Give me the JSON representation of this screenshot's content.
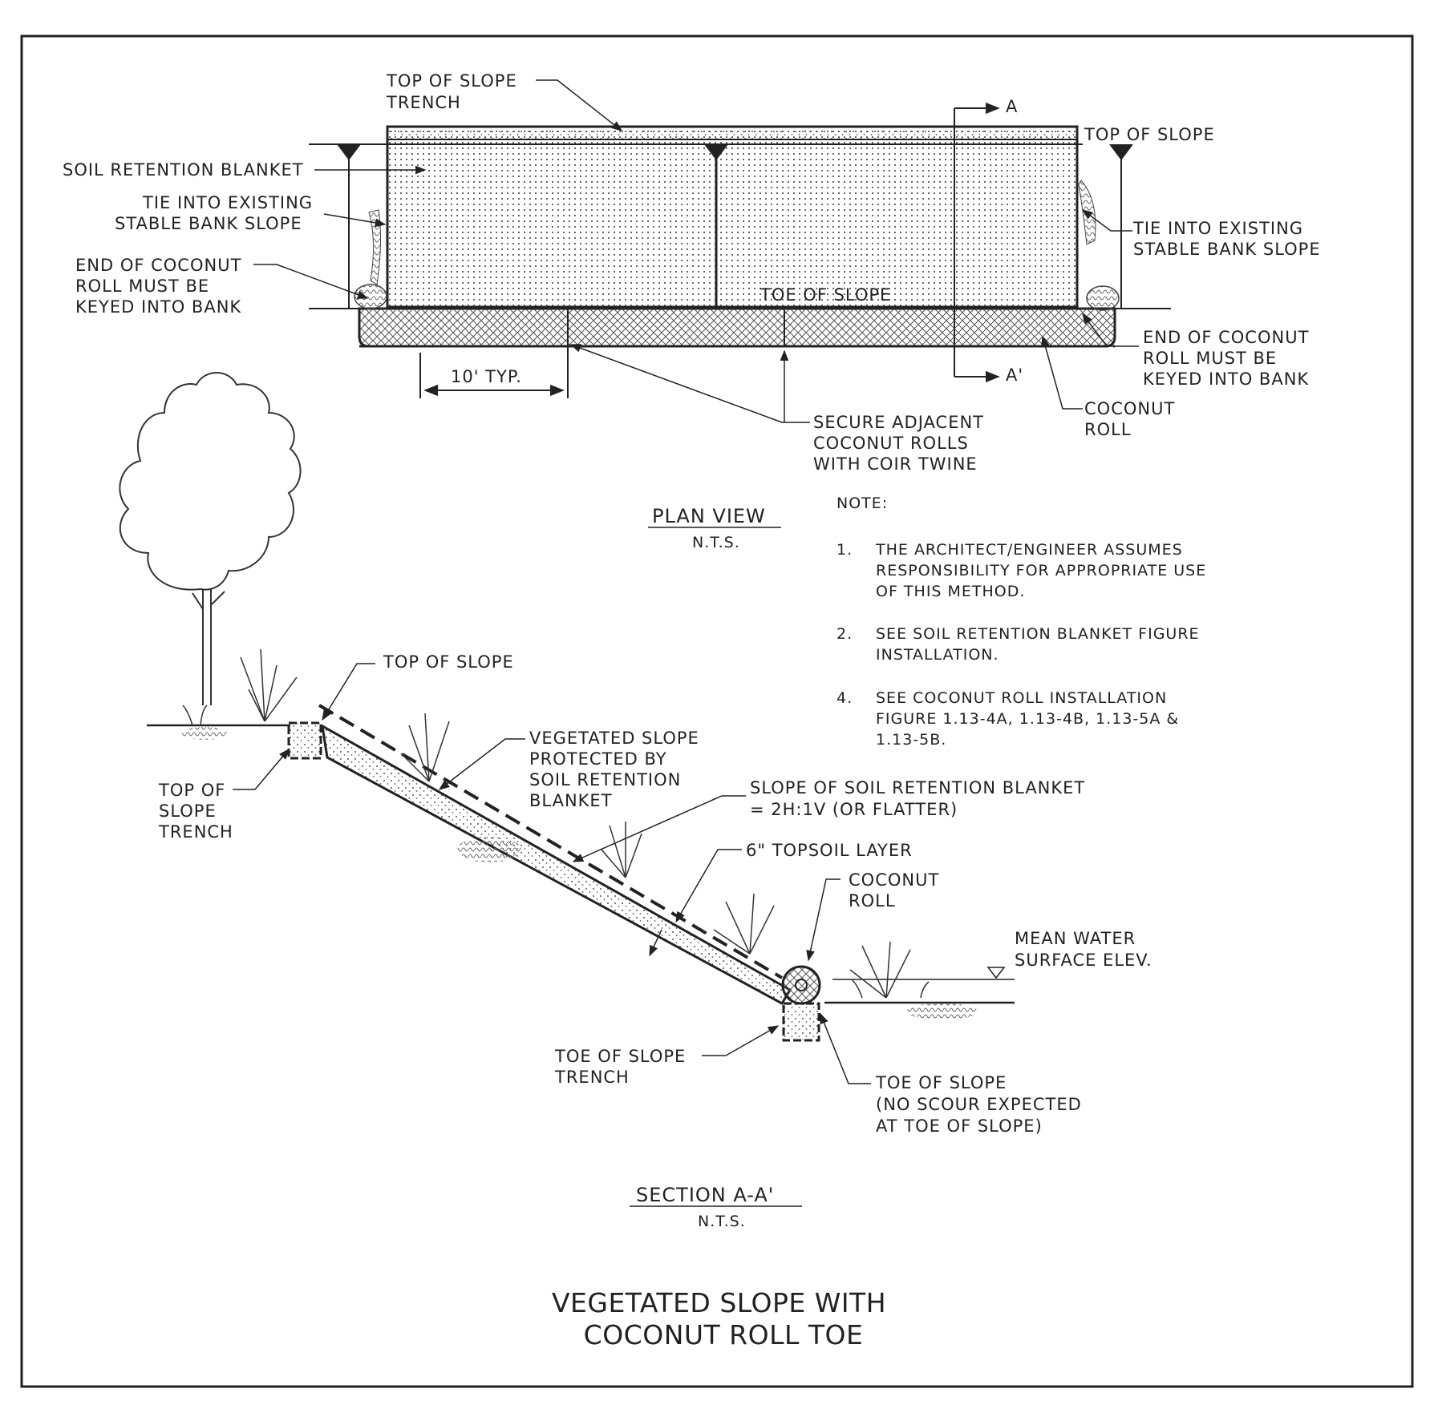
{
  "plan": {
    "top_of_slope_trench": [
      "TOP OF SLOPE",
      "TRENCH"
    ],
    "top_of_slope": "TOP OF SLOPE",
    "soil_retention_blanket": "SOIL RETENTION BLANKET",
    "tie_left": [
      "TIE INTO EXISTING",
      "STABLE BANK SLOPE"
    ],
    "tie_right": [
      "TIE INTO EXISTING",
      "STABLE BANK SLOPE"
    ],
    "end_left": [
      "END OF COCONUT",
      "ROLL MUST BE",
      "KEYED INTO BANK"
    ],
    "end_right": [
      "END OF COCONUT",
      "ROLL MUST BE",
      "KEYED INTO BANK"
    ],
    "toe_of_slope": "TOE OF SLOPE",
    "spacing": "10' TYP.",
    "secure": [
      "SECURE ADJACENT",
      "COCONUT ROLLS",
      "WITH COIR TWINE"
    ],
    "coconut_roll": [
      "COCONUT",
      "ROLL"
    ],
    "section_a": "A",
    "section_a_prime": "A'",
    "view_title": "PLAN VIEW",
    "view_scale": "N.T.S."
  },
  "notes": {
    "heading": "NOTE:",
    "items": [
      {
        "num": "1.",
        "lines": [
          "THE ARCHITECT/ENGINEER ASSUMES",
          "RESPONSIBILITY FOR APPROPRIATE USE",
          "OF THIS METHOD."
        ]
      },
      {
        "num": "2.",
        "lines": [
          "SEE SOIL RETENTION BLANKET FIGURE",
          "INSTALLATION."
        ]
      },
      {
        "num": "4.",
        "lines": [
          "SEE COCONUT ROLL INSTALLATION",
          "FIGURE 1.13-4A, 1.13-4B, 1.13-5A &",
          "1.13-5B."
        ]
      }
    ]
  },
  "section": {
    "top_of_slope": "TOP OF SLOPE",
    "top_trench": [
      "TOP OF",
      "SLOPE",
      "TRENCH"
    ],
    "vegetated": [
      "VEGETATED SLOPE",
      "PROTECTED BY",
      "SOIL RETENTION",
      "BLANKET"
    ],
    "slope_of_blanket": [
      "SLOPE OF SOIL RETENTION BLANKET",
      "= 2H:1V (OR FLATTER)"
    ],
    "topsoil": "6\" TOPSOIL LAYER",
    "coconut_roll": [
      "COCONUT",
      "ROLL"
    ],
    "mean_water": [
      "MEAN WATER",
      "SURFACE ELEV."
    ],
    "toe_trench": [
      "TOE OF SLOPE",
      "TRENCH"
    ],
    "toe_of_slope": [
      "TOE OF SLOPE",
      "(NO SCOUR EXPECTED",
      "AT TOE OF SLOPE)"
    ],
    "view_title": "SECTION A-A'",
    "view_scale": "N.T.S."
  },
  "title": [
    "VEGETATED SLOPE WITH",
    "COCONUT ROLL TOE"
  ]
}
